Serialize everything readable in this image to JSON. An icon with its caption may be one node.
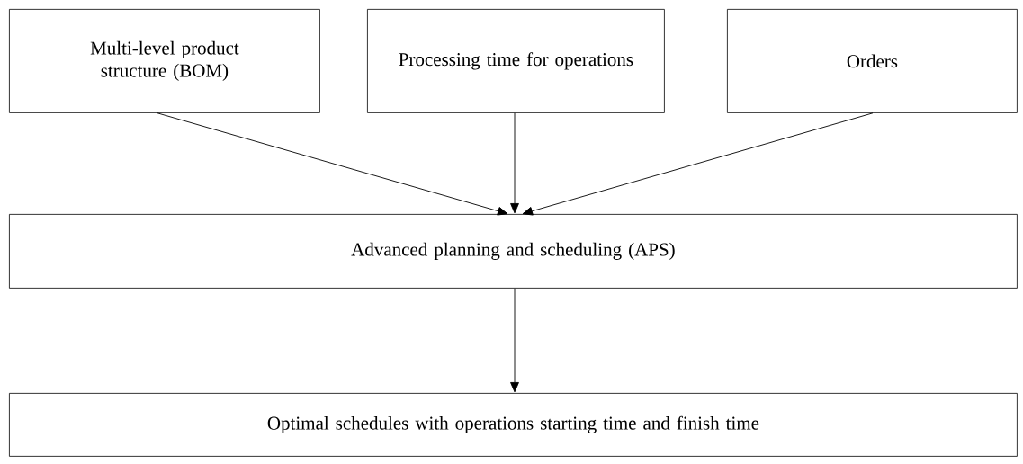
{
  "diagram": {
    "nodes": [
      {
        "text": [
          "Multi-level product structure (BOM)"
        ]
      },
      {
        "text": [
          "Processing time for operations"
        ]
      },
      {
        "text": [
          "Orders"
        ]
      },
      {
        "text": [
          "Advanced planning and scheduling (APS)"
        ]
      },
      {
        "text": [
          "Optimal schedules with operations starting time and finish time"
        ]
      }
    ],
    "edges": [
      {
        "from": 0,
        "to": 3,
        "arrow": "to"
      },
      {
        "from": 1,
        "to": 3,
        "arrow": "to"
      },
      {
        "from": 2,
        "to": 3,
        "arrow": "to"
      },
      {
        "from": 3,
        "to": 4,
        "arrow": "to"
      }
    ]
  }
}
